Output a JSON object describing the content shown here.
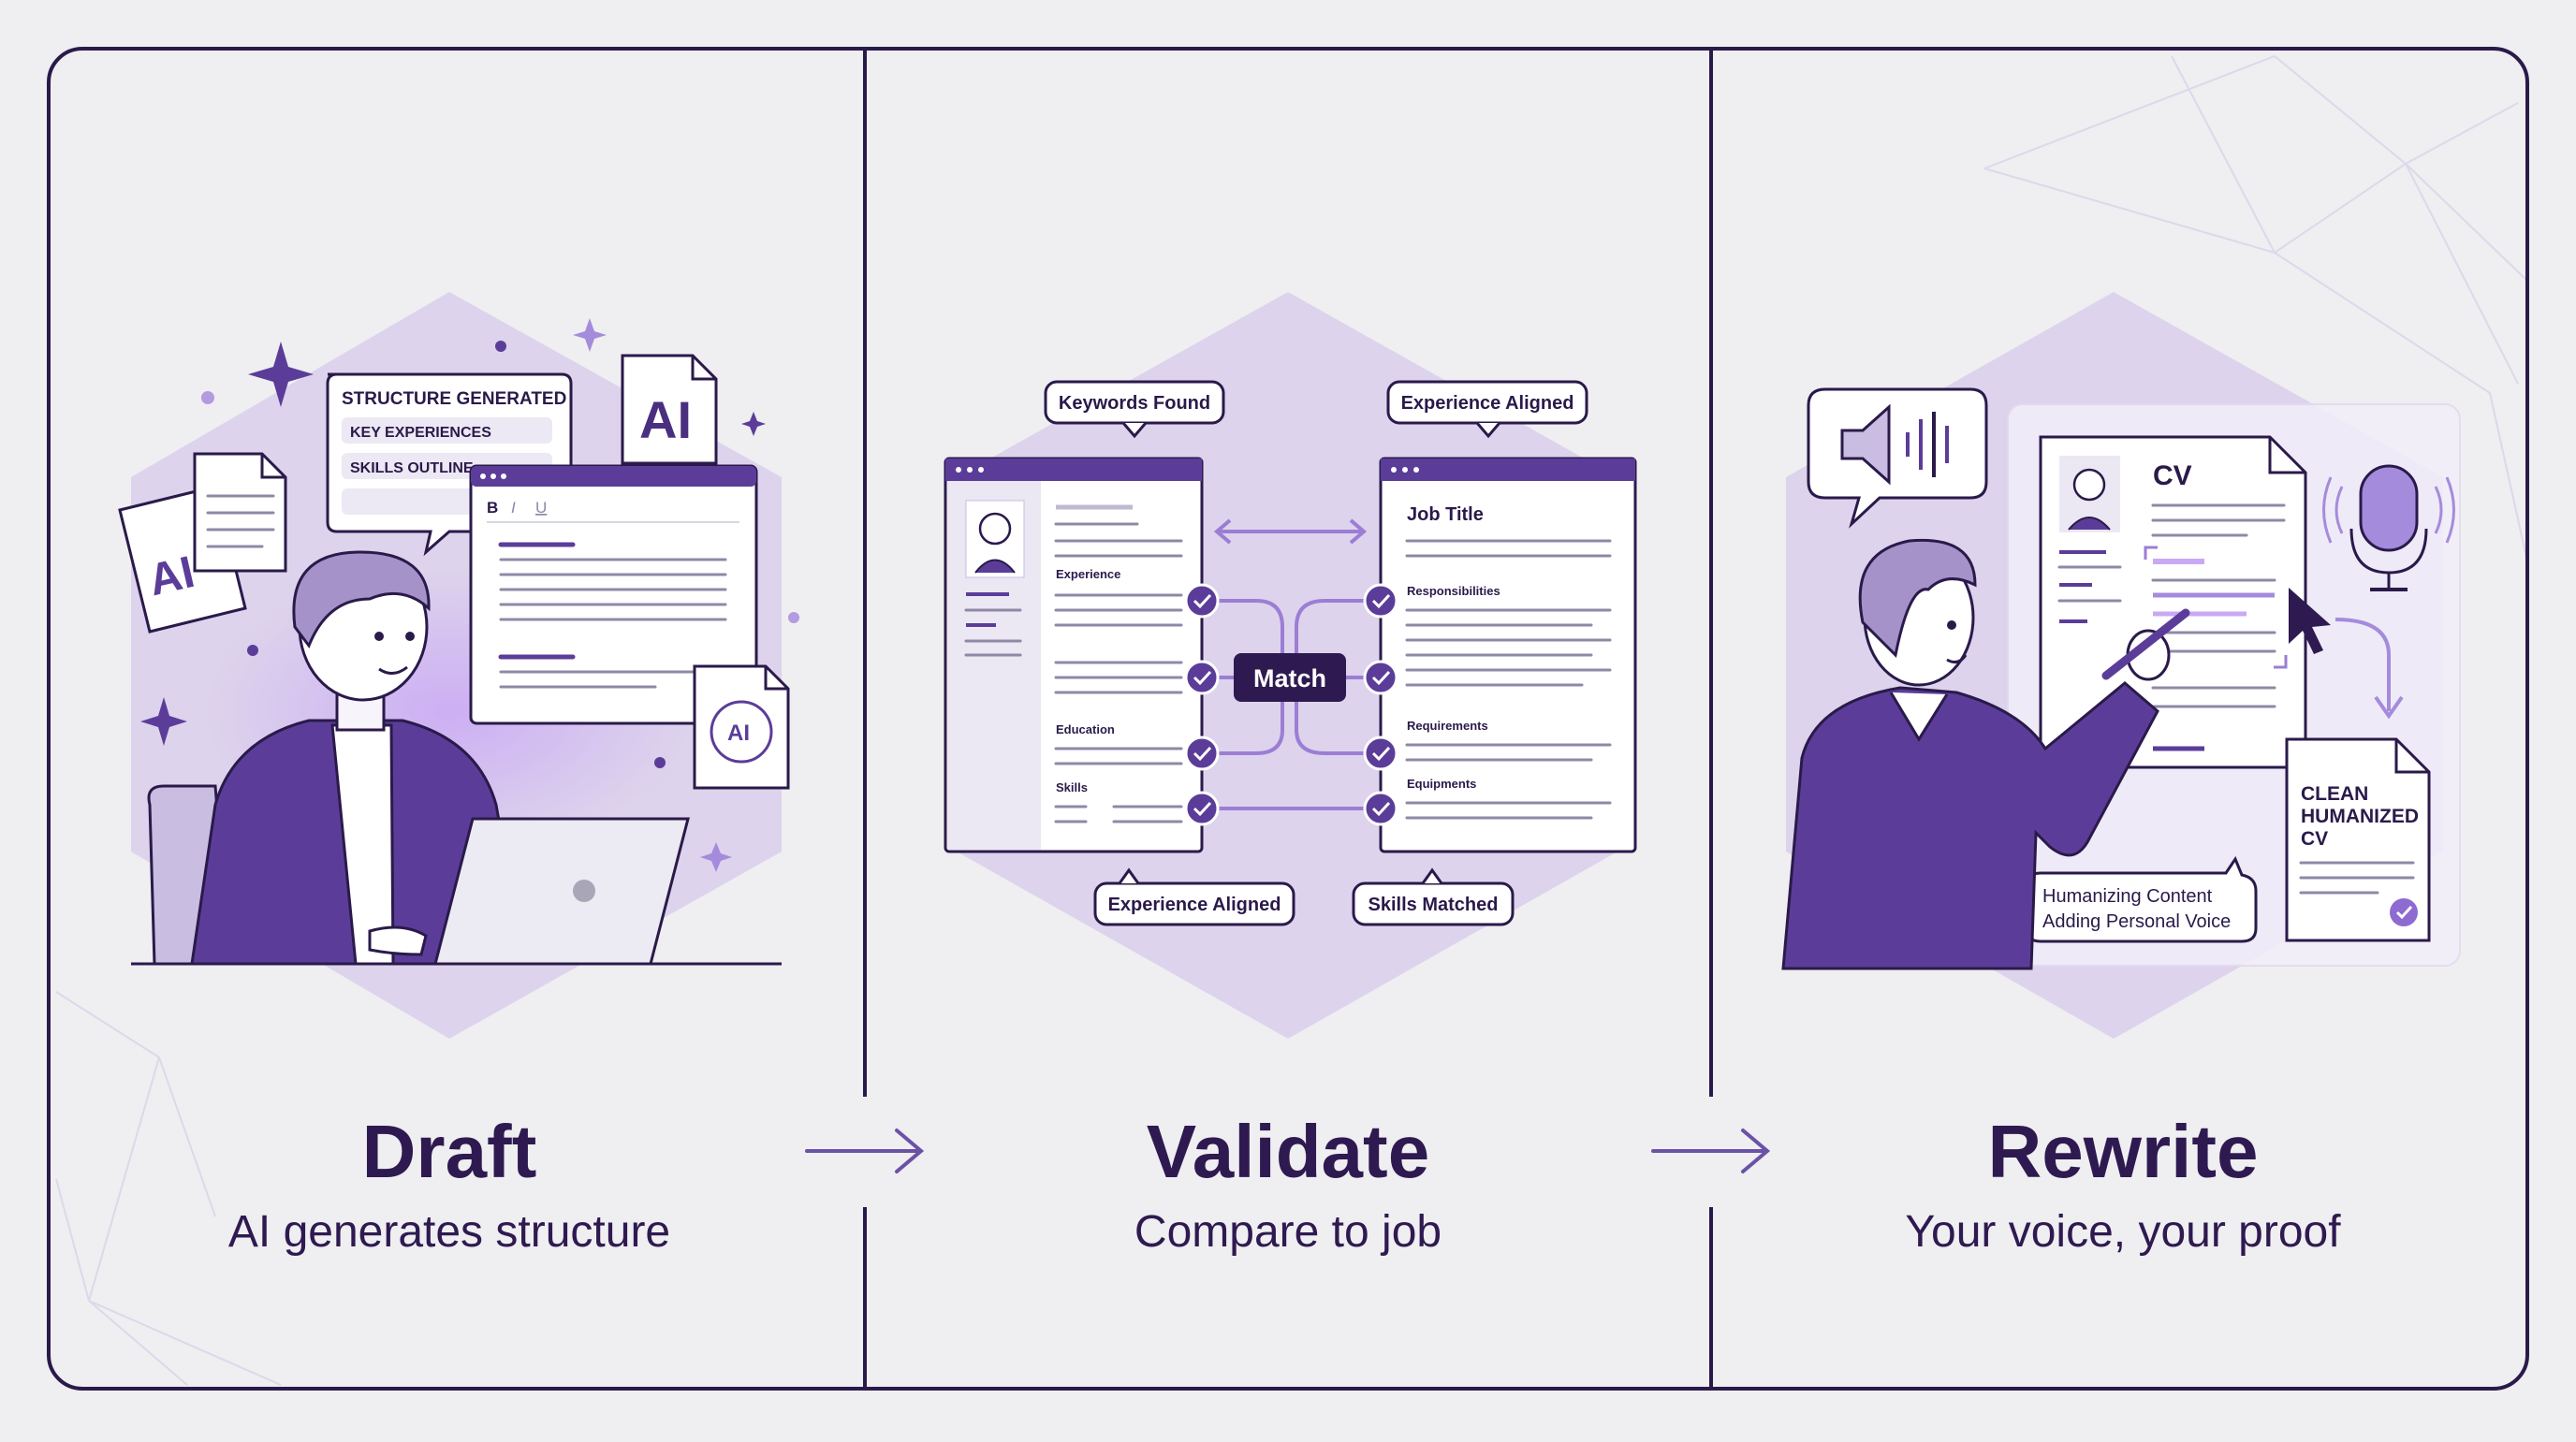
{
  "colors": {
    "background": "#efeef1",
    "frame": "#2a1a4a",
    "hexagon": "#ddd3ec",
    "accent_purple": "#5b3d99",
    "light_purple": "#a58bdc"
  },
  "steps": [
    {
      "title": "Draft",
      "subtitle": "AI generates structure",
      "illustration": {
        "panel_heading": "STRUCTURE GENERATED",
        "panel_items": [
          "KEY EXPERIENCES",
          "SKILLS OUTLINE"
        ],
        "ai_badge": "AI",
        "ai_doc_label": "AI",
        "brain_label": "AI",
        "editor_toolbar": [
          "B",
          "I",
          "U"
        ]
      }
    },
    {
      "title": "Validate",
      "subtitle": "Compare to job",
      "illustration": {
        "top_callouts": [
          "Keywords Found",
          "Experience Aligned"
        ],
        "bottom_callouts": [
          "Experience Aligned",
          "Skills Matched"
        ],
        "match_label": "Match",
        "resume_sections": [
          "Experience",
          "Education",
          "Skills"
        ],
        "job_title": "Job Title",
        "job_sections": [
          "Responsibilities",
          "Requirements",
          "Equipments"
        ]
      }
    },
    {
      "title": "Rewrite",
      "subtitle": "Your voice, your proof",
      "illustration": {
        "cv_label": "CV",
        "output_doc_lines": [
          "CLEAN",
          "HUMANIZED",
          "CV"
        ],
        "note_lines": [
          "Humanizing Content",
          "Adding Personal Voice"
        ]
      }
    }
  ],
  "icons": [
    "sparkle-icon",
    "speaker-icon",
    "microphone-icon",
    "cursor-icon",
    "pen-icon",
    "check-icon",
    "brain-icon",
    "arrow-right-icon"
  ]
}
